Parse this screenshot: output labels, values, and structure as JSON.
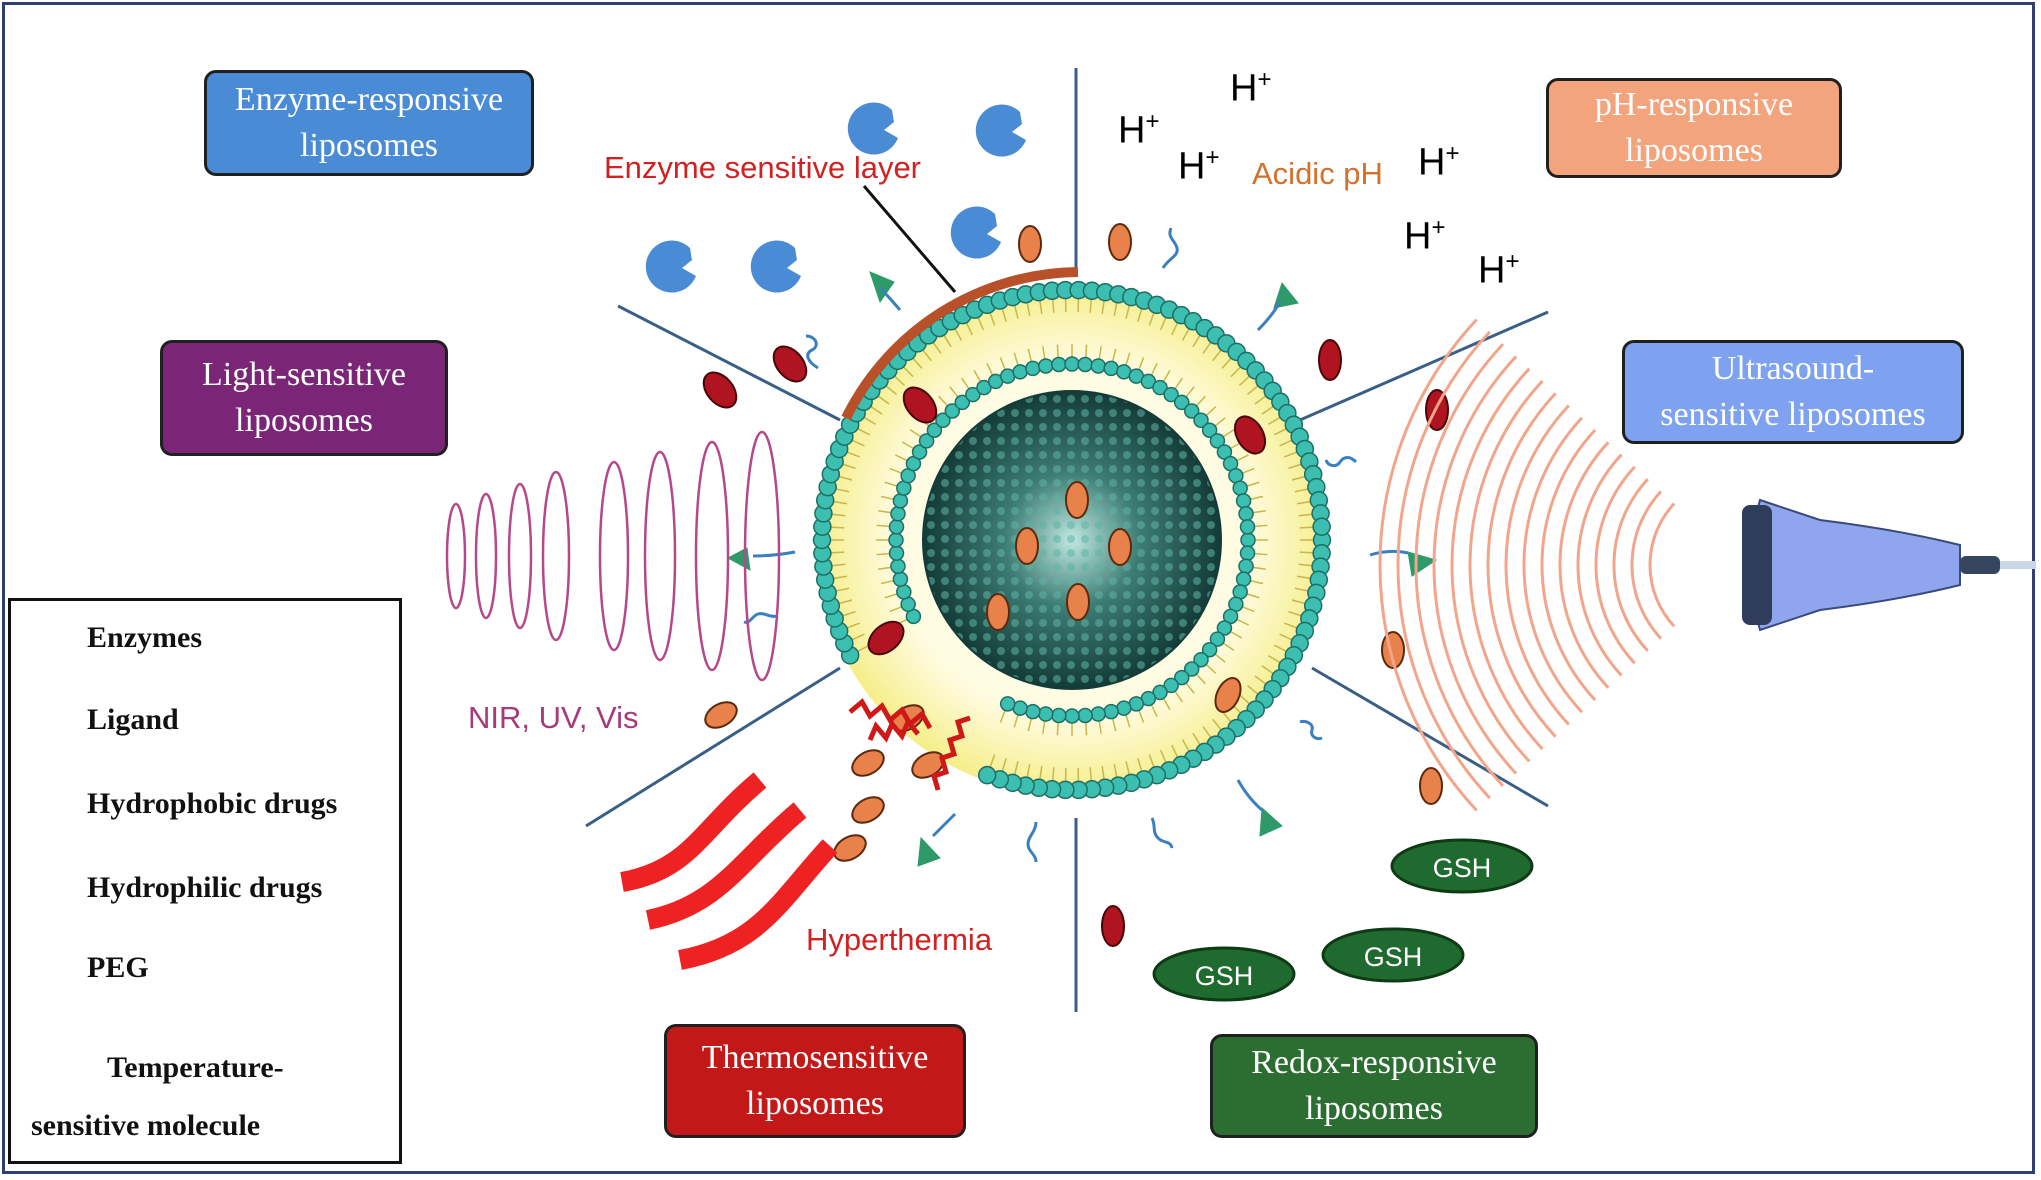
{
  "categories": {
    "enzyme": {
      "line1": "Enzyme-responsive",
      "line2": "liposomes",
      "color": "#4a8bd6"
    },
    "ph": {
      "line1": "pH-responsive",
      "line2": "liposomes",
      "color": "#f4a47d"
    },
    "light": {
      "line1": "Light-sensitive",
      "line2": "liposomes",
      "color": "#7b2577"
    },
    "ultrasound": {
      "line1": "Ultrasound-",
      "line2": "sensitive liposomes",
      "color": "#7ea2f0"
    },
    "thermo": {
      "line1": "Thermosensitive",
      "line2": "liposomes",
      "color": "#c31818"
    },
    "redox": {
      "line1": "Redox-responsive",
      "line2": "liposomes",
      "color": "#2c6e32"
    }
  },
  "annotations": {
    "enzyme_layer": "Enzyme sensitive layer",
    "acidic_ph": "Acidic pH",
    "nir": "NIR, UV, Vis",
    "hyperthermia": "Hyperthermia",
    "h_plus": "H",
    "h_plus_sup": "+",
    "gsh": "GSH"
  },
  "legend": {
    "enzymes": "Enzymes",
    "ligand": "Ligand",
    "hydrophobic": "Hydrophobic drugs",
    "hydrophilic": "Hydrophilic drugs",
    "peg": "PEG",
    "temp_line1": "Temperature-",
    "temp_line2": "sensitive molecule"
  },
  "colors": {
    "enzyme_blue": "#4a8bd6",
    "hydrophobic_red": "#b01420",
    "hydrophilic_orange": "#e8824a",
    "ligand_green": "#2e9a6a",
    "membrane_teal": "#3cbfb0",
    "membrane_yellow": "#f3ee88",
    "core_dark": "#1f4f4a",
    "gsh_green": "#2c6e32"
  }
}
